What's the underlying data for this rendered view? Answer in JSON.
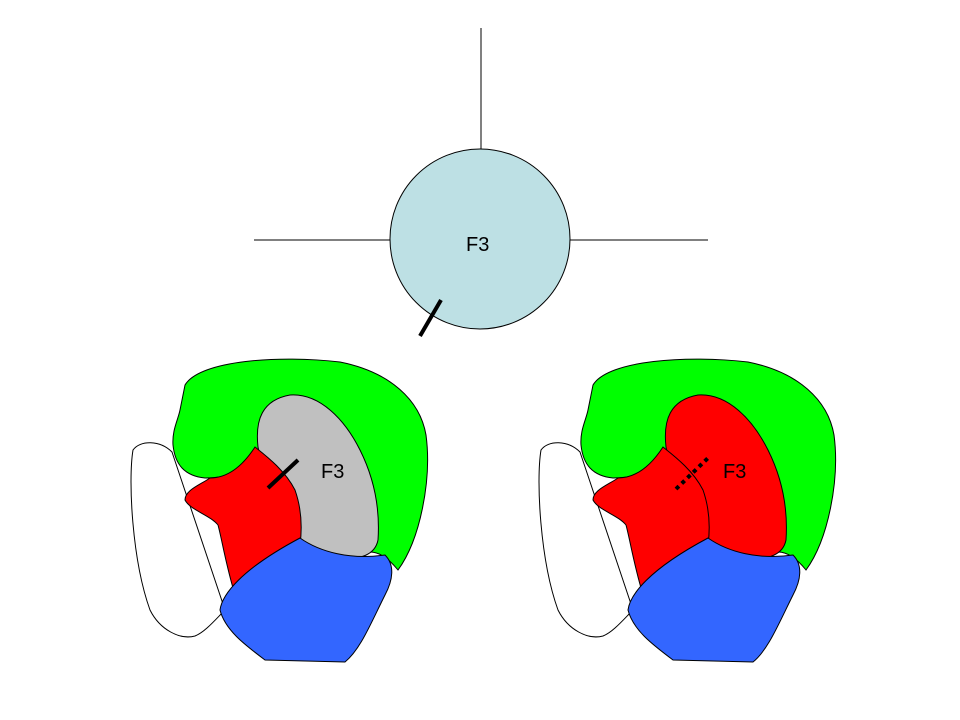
{
  "colors": {
    "circle": "#bde0e4",
    "frontal": "#00ff00",
    "motor": "#ff0000",
    "temporal": "#3366ff",
    "f3_gray": "#c0c0c0",
    "outline": "#000000"
  },
  "top": {
    "label": "F3"
  },
  "left_brain": {
    "label": "F3"
  },
  "right_brain": {
    "label": "F3"
  }
}
